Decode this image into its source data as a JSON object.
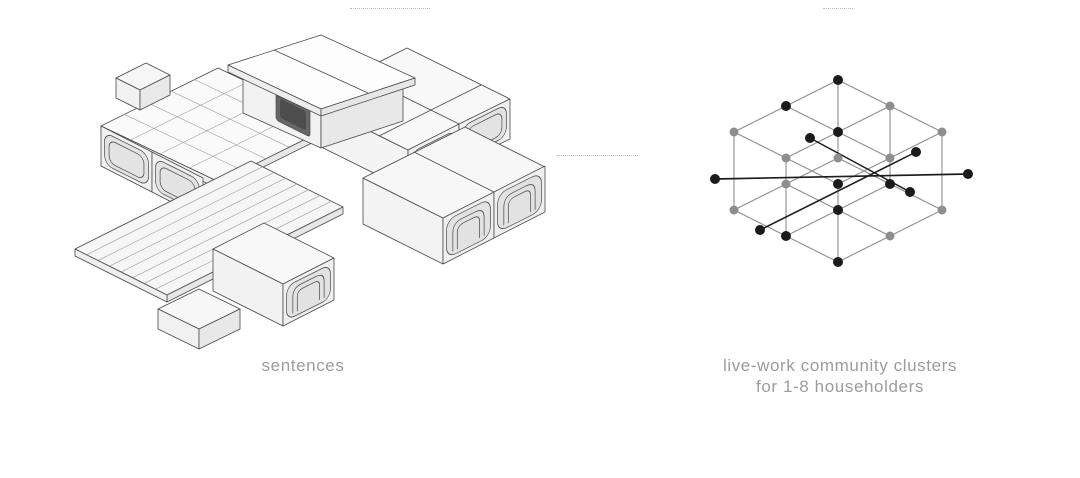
{
  "figures": {
    "left": {
      "caption": "sentences"
    },
    "right": {
      "caption_line1": "live-work community clusters",
      "caption_line2": "for 1-8 householders"
    }
  },
  "colors": {
    "caption_gray": "#9c9c9c",
    "node_black": "#1b1b1b",
    "node_gray": "#8e8e8e",
    "line_black": "#1b1b1b",
    "line_gray": "#8e8e8e"
  },
  "network": {
    "node_radius_black": 5,
    "node_radius_gray": 4.5,
    "nodes": [
      [
        64,
        80,
        "g"
      ],
      [
        116,
        106,
        "g"
      ],
      [
        168,
        132,
        "b"
      ],
      [
        116,
        54,
        "b"
      ],
      [
        168,
        80,
        "b"
      ],
      [
        220,
        106,
        "g"
      ],
      [
        168,
        28,
        "b"
      ],
      [
        220,
        54,
        "g"
      ],
      [
        272,
        80,
        "g"
      ],
      [
        64,
        158,
        "g"
      ],
      [
        116,
        184,
        "b"
      ],
      [
        168,
        210,
        "b"
      ],
      [
        116,
        132,
        "g"
      ],
      [
        168,
        158,
        "b"
      ],
      [
        220,
        184,
        "g"
      ],
      [
        168,
        106,
        "g"
      ],
      [
        220,
        132,
        "b"
      ],
      [
        272,
        158,
        "g"
      ],
      [
        45,
        127,
        "b"
      ],
      [
        298,
        122,
        "b"
      ],
      [
        246,
        100,
        "b"
      ],
      [
        90,
        178,
        "b"
      ],
      [
        240,
        140,
        "b"
      ],
      [
        140,
        86,
        "b"
      ]
    ],
    "edges": [
      [
        64,
        80,
        168,
        132,
        "g"
      ],
      [
        116,
        54,
        220,
        106,
        "g"
      ],
      [
        168,
        28,
        272,
        80,
        "g"
      ],
      [
        64,
        80,
        168,
        28,
        "g"
      ],
      [
        116,
        106,
        220,
        54,
        "g"
      ],
      [
        168,
        132,
        272,
        80,
        "g"
      ],
      [
        64,
        158,
        168,
        210,
        "g"
      ],
      [
        116,
        132,
        220,
        184,
        "g"
      ],
      [
        168,
        106,
        272,
        158,
        "g"
      ],
      [
        64,
        158,
        168,
        106,
        "g"
      ],
      [
        116,
        184,
        220,
        132,
        "g"
      ],
      [
        168,
        210,
        272,
        158,
        "g"
      ],
      [
        64,
        80,
        64,
        158,
        "g"
      ],
      [
        272,
        80,
        272,
        158,
        "g"
      ],
      [
        168,
        28,
        168,
        106,
        "g"
      ],
      [
        168,
        132,
        168,
        210,
        "g"
      ],
      [
        220,
        54,
        220,
        132,
        "g"
      ],
      [
        116,
        106,
        116,
        184,
        "g"
      ],
      [
        45,
        127,
        298,
        122,
        "b",
        1.7
      ],
      [
        90,
        178,
        246,
        100,
        "b",
        1.5
      ],
      [
        140,
        86,
        240,
        140,
        "b",
        1.5
      ]
    ]
  }
}
